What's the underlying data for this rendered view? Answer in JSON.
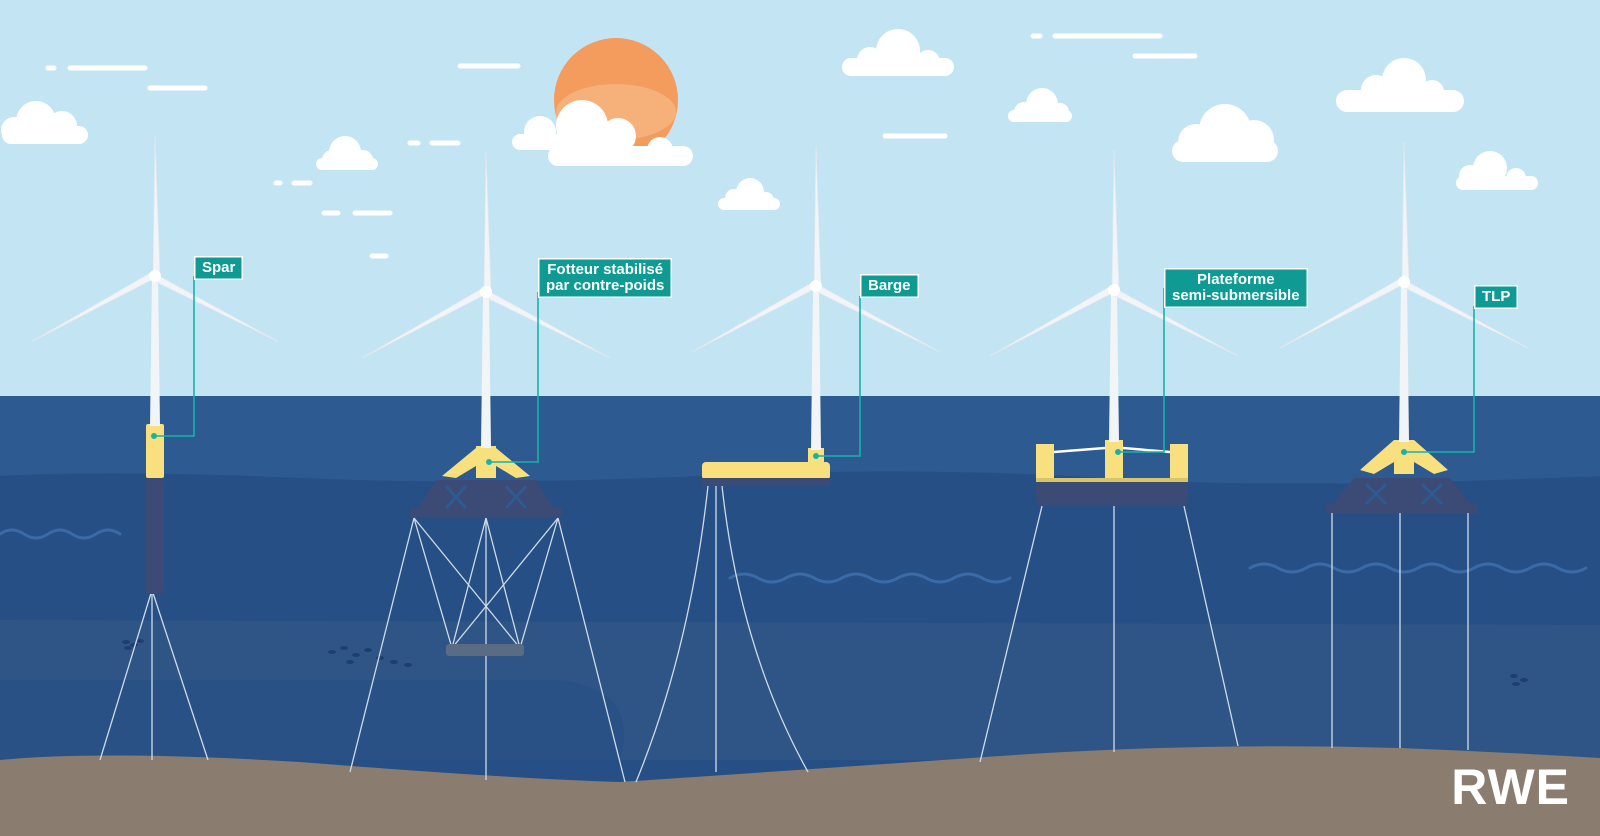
{
  "labels": {
    "spar": "Spar",
    "counterweight_line1": "Fotteur stabilisé",
    "counterweight_line2": "par contre-poids",
    "barge": "Barge",
    "semisub_line1": "Plateforme",
    "semisub_line2": "semi-submersible",
    "tlp": "TLP"
  },
  "brand": {
    "logo": "RWE"
  },
  "colors": {
    "sky": "#c3e4f2",
    "sea_surface": "#2c5a91",
    "sea_mid": "#264f85",
    "sea_deep": "#2e5585",
    "seabed": "#8b7c70",
    "sun": "#f39c5d",
    "float_yellow": "#f9e07f",
    "structure_dark": "#3c4a76",
    "label_teal": "#0f9b94",
    "turbine_white": "#f2f5f8"
  },
  "icons": [
    "sun-icon",
    "cloud-icon",
    "wind-turbine-icon",
    "fish-school-icon",
    "wave-icon"
  ]
}
